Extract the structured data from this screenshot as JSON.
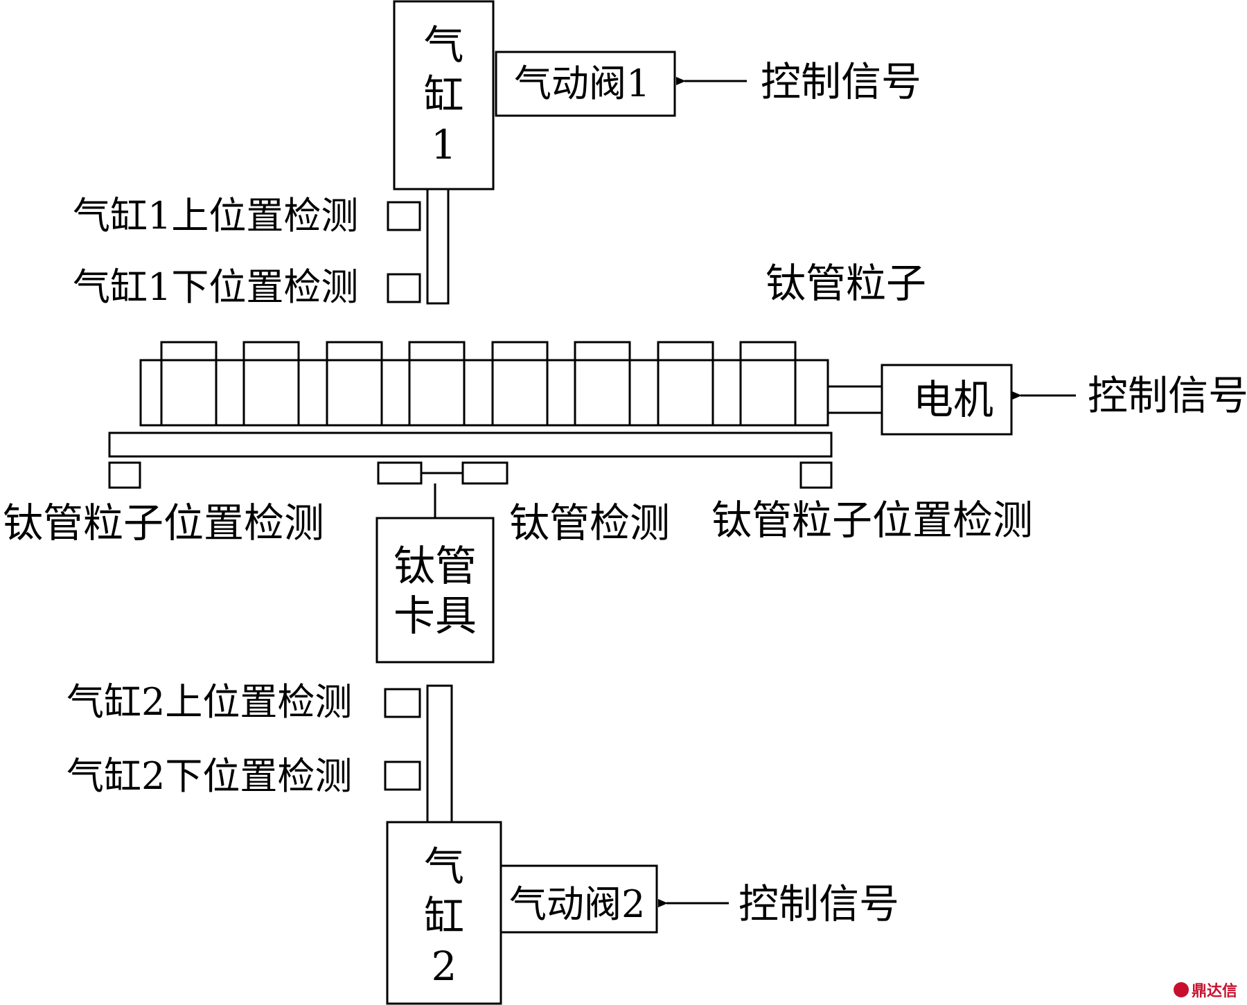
{
  "cylinder1": {
    "chars": [
      "气",
      "缸",
      "1"
    ],
    "valve": "气动阀1",
    "signal": "控制信号",
    "upper_detect": "气缸1上位置检测",
    "lower_detect": "气缸1下位置检测"
  },
  "particles_label": "钛管粒子",
  "motor": {
    "label": "电机",
    "signal": "控制信号"
  },
  "detectors": {
    "left": "钛管粒子位置检测",
    "tube": "钛管检测",
    "right": "钛管粒子位置检测"
  },
  "clamp": {
    "chars": [
      "钛管",
      "卡具"
    ]
  },
  "cylinder2": {
    "chars": [
      "气",
      "缸",
      "2"
    ],
    "valve": "气动阀2",
    "signal": "控制信号",
    "upper_detect": "气缸2上位置检测",
    "lower_detect": "气缸2下位置检测"
  },
  "watermark": "鼎达信",
  "colors": {
    "line": "#000000",
    "watermark": "#c8102e"
  }
}
